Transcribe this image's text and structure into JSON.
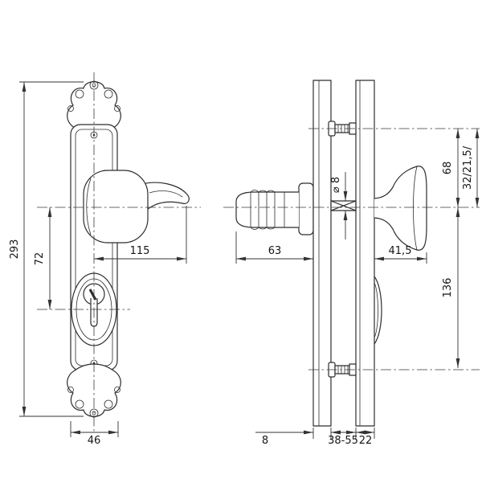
{
  "colors": {
    "ink": "#2d2d2d",
    "background": "#ffffff"
  },
  "dimensions": {
    "overall_height": "293",
    "handle_to_cylinder": "72",
    "lever_length": "115",
    "plate_width": "46",
    "grip_depth": "63",
    "outer_knob_depth": "41,5",
    "axis_to_top_fixing": "68",
    "backset_variants": "32/21,5/",
    "axis_to_bottom_fixing": "136",
    "spindle_size": "⌀ 8",
    "plate_thickness": "8",
    "door_thickness_range": "38-55",
    "outer_plate_thickness": "22"
  }
}
